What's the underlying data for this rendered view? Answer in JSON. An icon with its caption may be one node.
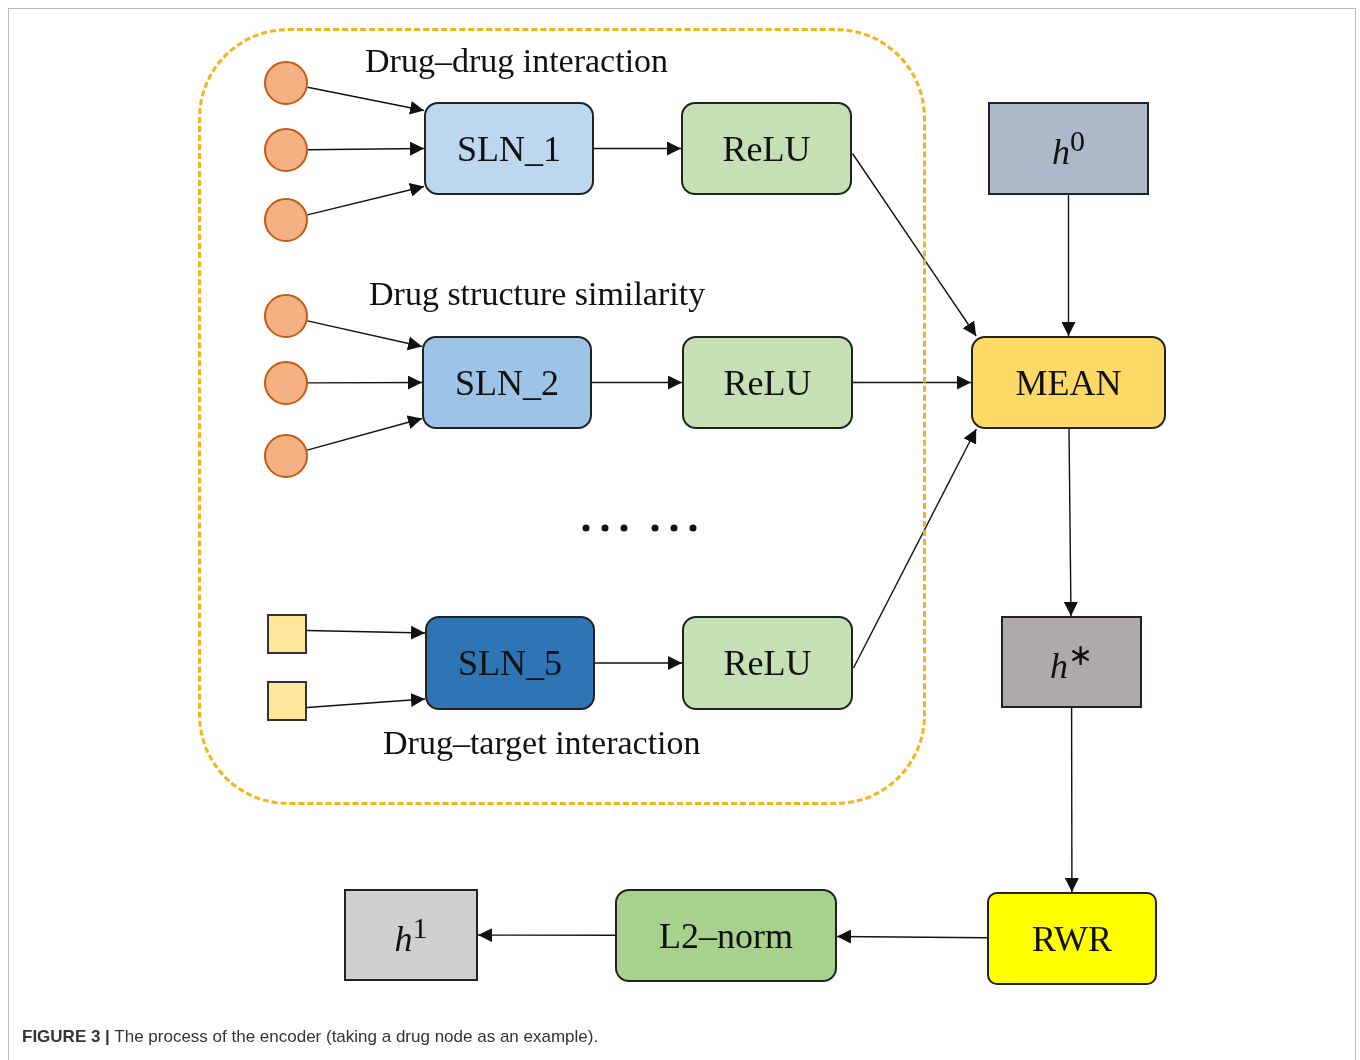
{
  "diagram": {
    "caption": "**FIGURE 3 |** The process of the encoder (taking a drug node as an example).",
    "nodes": [
      {
        "text": [],
        "shape": "box"
      },
      {
        "text": [],
        "shape": "circle",
        "in": 0
      },
      {
        "text": [],
        "shape": "circle",
        "in": 0
      },
      {
        "text": [],
        "shape": "circle",
        "in": 0
      },
      {
        "text": [
          "SLN_1"
        ],
        "in": 0
      },
      {
        "text": [
          "ReLU"
        ],
        "in": 0
      },
      {
        "text": [],
        "shape": "circle",
        "in": 0
      },
      {
        "text": [],
        "shape": "circle",
        "in": 0
      },
      {
        "text": [],
        "shape": "circle",
        "in": 0
      },
      {
        "text": [
          "SLN_2"
        ],
        "in": 0
      },
      {
        "text": [
          "ReLU"
        ],
        "in": 0
      },
      {
        "text": [],
        "shape": "box",
        "in": 0
      },
      {
        "text": [],
        "shape": "box",
        "in": 0
      },
      {
        "text": [
          "SLN_5"
        ],
        "in": 0
      },
      {
        "text": [
          "ReLU"
        ],
        "in": 0
      },
      {
        "text": [
          "*h*$^{0}$"
        ]
      },
      {
        "text": [
          "MEAN"
        ]
      },
      {
        "text": [
          "*h*$^{∗}$"
        ]
      },
      {
        "text": [
          "RWR"
        ]
      },
      {
        "text": [
          "L2–norm"
        ]
      },
      {
        "text": [
          "*h*$^{1}$"
        ]
      }
    ],
    "edges": [
      {
        "from": 1,
        "to": 4,
        "arrow": "to"
      },
      {
        "from": 2,
        "to": 4,
        "arrow": "to"
      },
      {
        "from": 3,
        "to": 4,
        "arrow": "to"
      },
      {
        "from": 4,
        "to": 5,
        "arrow": "to"
      },
      {
        "from": 6,
        "to": 9,
        "arrow": "to"
      },
      {
        "from": 7,
        "to": 9,
        "arrow": "to"
      },
      {
        "from": 8,
        "to": 9,
        "arrow": "to"
      },
      {
        "from": 9,
        "to": 10,
        "arrow": "to"
      },
      {
        "from": 11,
        "to": 13,
        "arrow": "to"
      },
      {
        "from": 12,
        "to": 13,
        "arrow": "to"
      },
      {
        "from": 13,
        "to": 14,
        "arrow": "to"
      },
      {
        "from": 5,
        "to": 16,
        "arrow": "to"
      },
      {
        "from": 10,
        "to": 16,
        "arrow": "to"
      },
      {
        "from": 14,
        "to": 16,
        "arrow": "to"
      },
      {
        "from": 15,
        "to": 16,
        "arrow": "to"
      },
      {
        "from": 16,
        "to": 17,
        "arrow": "to"
      },
      {
        "from": 17,
        "to": 18,
        "arrow": "to"
      },
      {
        "from": 18,
        "to": 19,
        "arrow": "to"
      },
      {
        "from": 19,
        "to": 20,
        "arrow": "to"
      }
    ],
    "labels": [
      "Drug–drug interaction",
      "Drug structure similarity",
      "Drug–target interaction"
    ]
  }
}
